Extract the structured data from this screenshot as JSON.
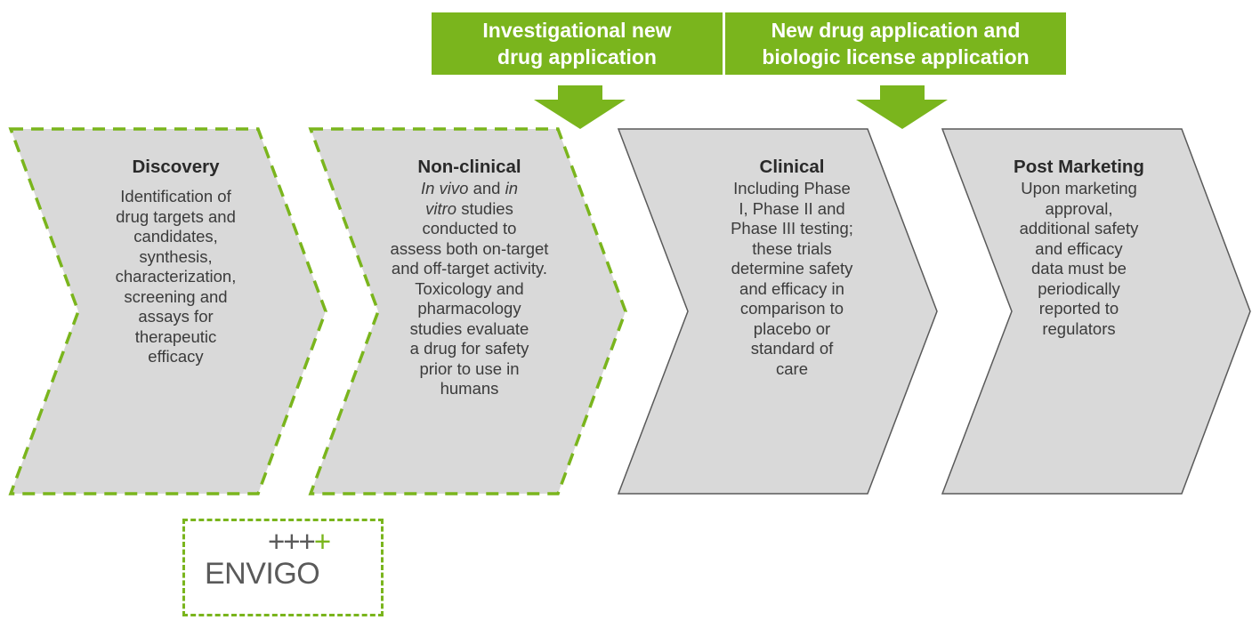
{
  "colors": {
    "accent_green": "#7ab51d",
    "chevron_fill": "#d9d9d9",
    "chevron_outline": "#5a5a5a",
    "text": "#3b3b3b"
  },
  "banners": [
    {
      "line1": "Investigational new",
      "line2": "drug application"
    },
    {
      "line1": "New drug application and",
      "line2": "biologic license application"
    }
  ],
  "stages": [
    {
      "title": "Discovery",
      "lines": [
        "Identification of",
        "drug targets and",
        "candidates,",
        "synthesis,",
        "characterization,",
        "screening and",
        "assays for",
        "therapeutic",
        "efficacy"
      ]
    },
    {
      "title": "Non-clinical",
      "line1_a": "In vivo",
      "line1_b": " and ",
      "line1_c": "in",
      "line2_a": "vitro",
      "line2_b": " studies",
      "lines": [
        "conducted to",
        "assess both on-target",
        "and off-target activity.",
        "Toxicology and",
        "pharmacology",
        "studies evaluate",
        "a drug for safety",
        "prior to use in",
        "humans"
      ]
    },
    {
      "title": "Clinical",
      "lines": [
        "Including Phase",
        "I, Phase II and",
        "Phase III testing;",
        "these trials",
        "determine safety",
        "and efficacy in",
        "comparison to",
        "placebo or",
        "standard of",
        "care"
      ]
    },
    {
      "title": "Post Marketing",
      "lines": [
        "Upon marketing",
        "approval,",
        "additional safety",
        "and efficacy",
        "data must be",
        "periodically",
        "reported to",
        "regulators"
      ]
    }
  ],
  "logo": {
    "plus_grey": "+++",
    "plus_green": "+",
    "wordmark": "ENVIGO"
  }
}
